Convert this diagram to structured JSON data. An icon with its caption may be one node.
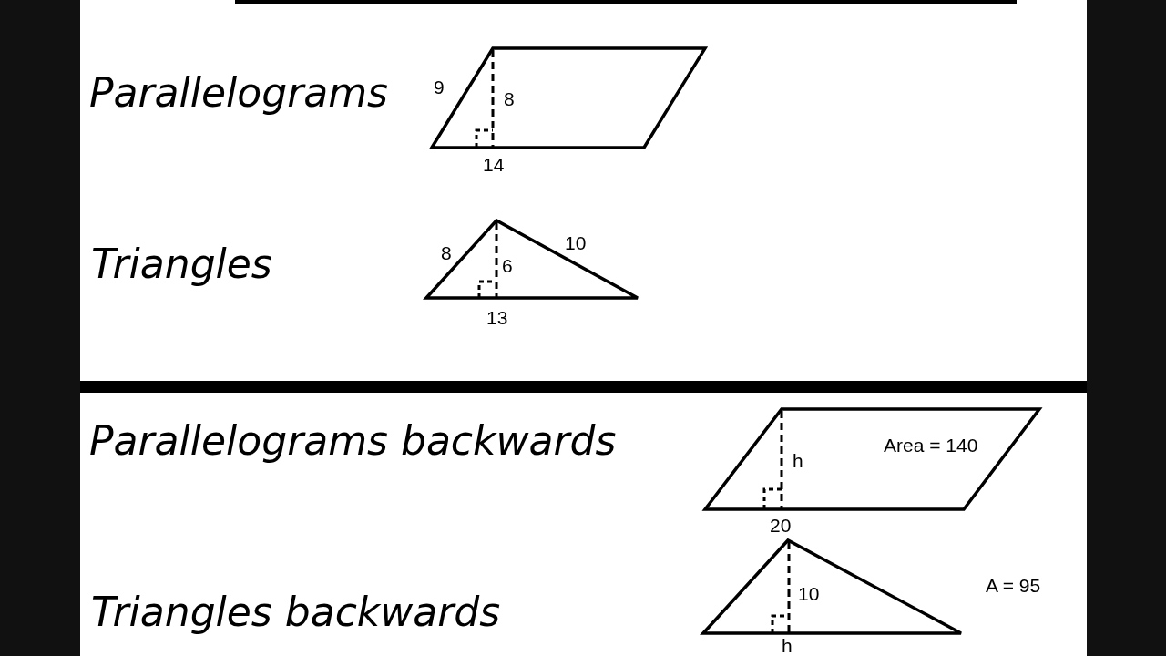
{
  "diagram": {
    "labels": [
      "Parallelograms",
      "9",
      "8",
      "14",
      "Triangles",
      "8",
      "10",
      "6",
      "13",
      "Parallelograms backwards",
      "h",
      "Area = 140",
      "20",
      "A = 95",
      "Triangles backwards",
      "10",
      "h"
    ]
  }
}
